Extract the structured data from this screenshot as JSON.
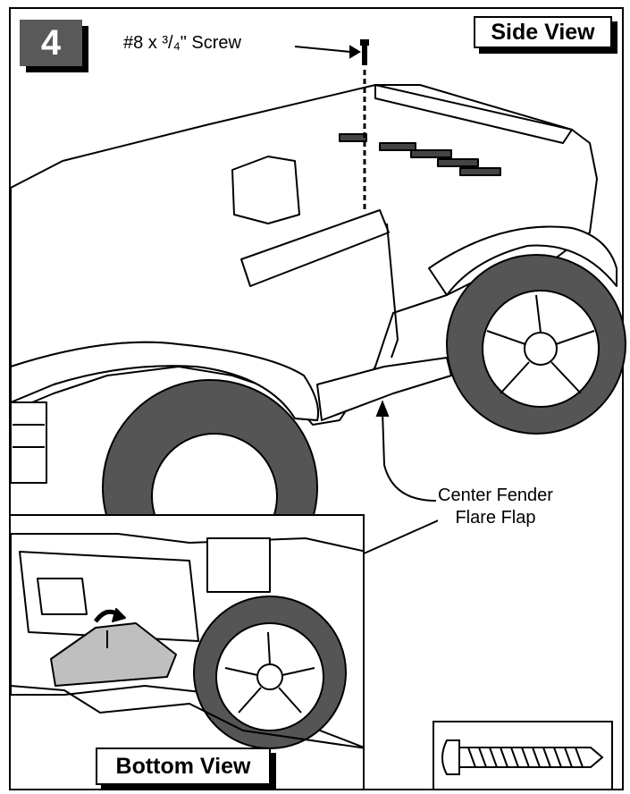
{
  "step": {
    "number": "4"
  },
  "labels": {
    "side_view": "Side View",
    "bottom_view": "Bottom View"
  },
  "callouts": {
    "screw": "#8 x ³/₄\" Screw",
    "fender_line1": "Center Fender",
    "fender_line2": "Flare Flap"
  }
}
